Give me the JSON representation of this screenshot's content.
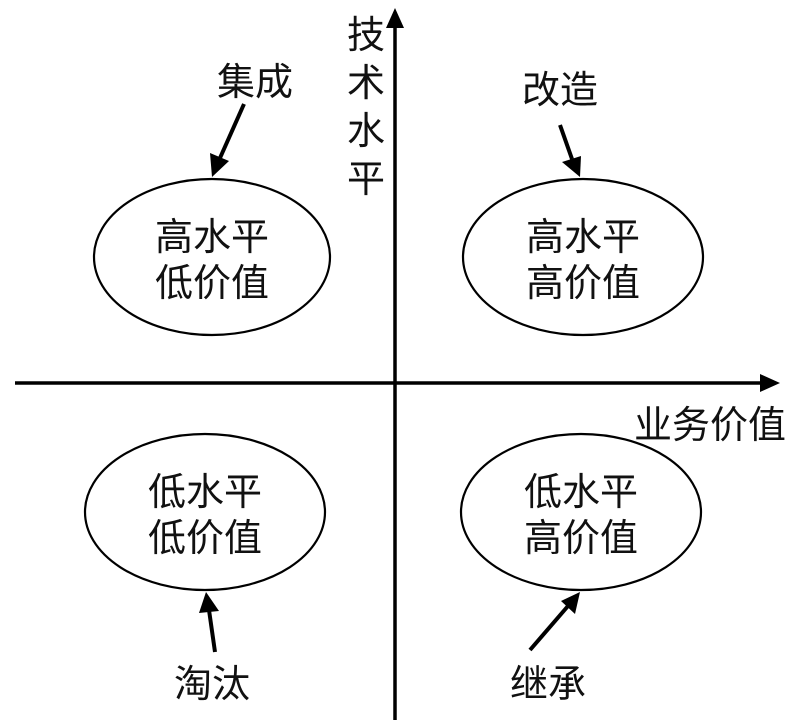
{
  "axes": {
    "y_label_chars": [
      "技",
      "术",
      "水",
      "平"
    ],
    "x_label": "业务价值"
  },
  "quadrants": {
    "top_left": {
      "line1": "高水平",
      "line2": "低价值",
      "strategy": "集成"
    },
    "top_right": {
      "line1": "高水平",
      "line2": "高价值",
      "strategy": "改造"
    },
    "bottom_left": {
      "line1": "低水平",
      "line2": "低价值",
      "strategy": "淘汰"
    },
    "bottom_right": {
      "line1": "低水平",
      "line2": "高价值",
      "strategy": "继承"
    }
  }
}
